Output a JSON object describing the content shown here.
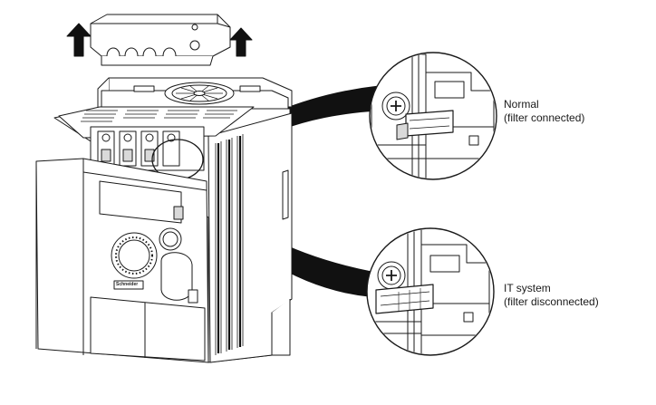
{
  "callouts": {
    "normal": {
      "title": "Normal",
      "subtitle": "(filter connected)"
    },
    "it_system": {
      "title": "IT system",
      "subtitle": "(filter disconnected)"
    }
  },
  "device": {
    "brand_label": "Schneider"
  },
  "icons": [
    "arrow-up-icon",
    "fan-icon",
    "screw-icon",
    "jumper-icon",
    "dial-icon"
  ],
  "colors": {
    "line": "#1a1a1a",
    "fill": "#ffffff",
    "shade": "#d9d9d9",
    "dark": "#111111"
  }
}
